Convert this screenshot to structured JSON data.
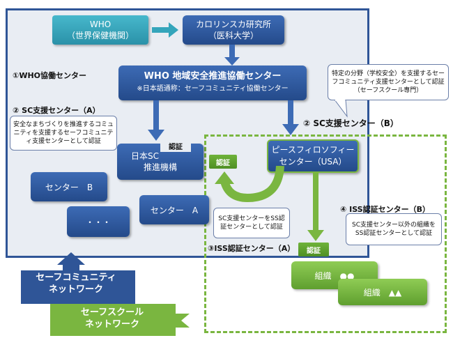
{
  "nodes": {
    "who": {
      "line1": "WHO",
      "line2": "（世界保健機関）"
    },
    "karolinska": {
      "line1": "カロリンスカ研究所",
      "line2": "（医科大学）"
    },
    "who_center": {
      "line1": "WHO 地域安全推進協働センター",
      "line2": "※日本語通称：セーフコミュニティ協働センター"
    },
    "jisc": {
      "line1": "日本SC",
      "line2": "推進機構"
    },
    "peace": {
      "line1": "ピースフィロソフィー",
      "line2": "センター（USA）"
    },
    "center_b": "センター　B",
    "center_a": "センター　A",
    "ellipsis": "・・・",
    "org1": "組織　●●",
    "org2": "組織　▲▲"
  },
  "labels": {
    "who_collab": "①WHO協働センター",
    "sc_a": "② SC支援センター（A）",
    "sc_b": "② SC支援センター（B）",
    "iss_a": "③ISS認証センター（A）",
    "iss_b": "④ ISS認証センター（B）",
    "cert": "認証"
  },
  "callouts": {
    "sc_a_note": "安全なまちづくりを推進するコミュニティを支援するセーフコミュニティ支援センターとして認証",
    "school_note": "特定の分野（学校安全）を支援するセーフコミュニティ支援センターとして認証（セーフスクール専門）",
    "iss_a_note": "SC支援センターをSS認証センターとして認証",
    "iss_b_note": "SC支援センター以外の組織をSS認証センターとして認証"
  },
  "networks": {
    "safe_community": {
      "line1": "セーフコミュニティ",
      "line2": "ネットワーク"
    },
    "safe_school": {
      "line1": "セーフスクール",
      "line2": "ネットワーク"
    }
  },
  "colors": {
    "navy": "#2f5597",
    "teal": "#34a5bb",
    "green": "#7ab640",
    "panel": "#e9edf3"
  }
}
